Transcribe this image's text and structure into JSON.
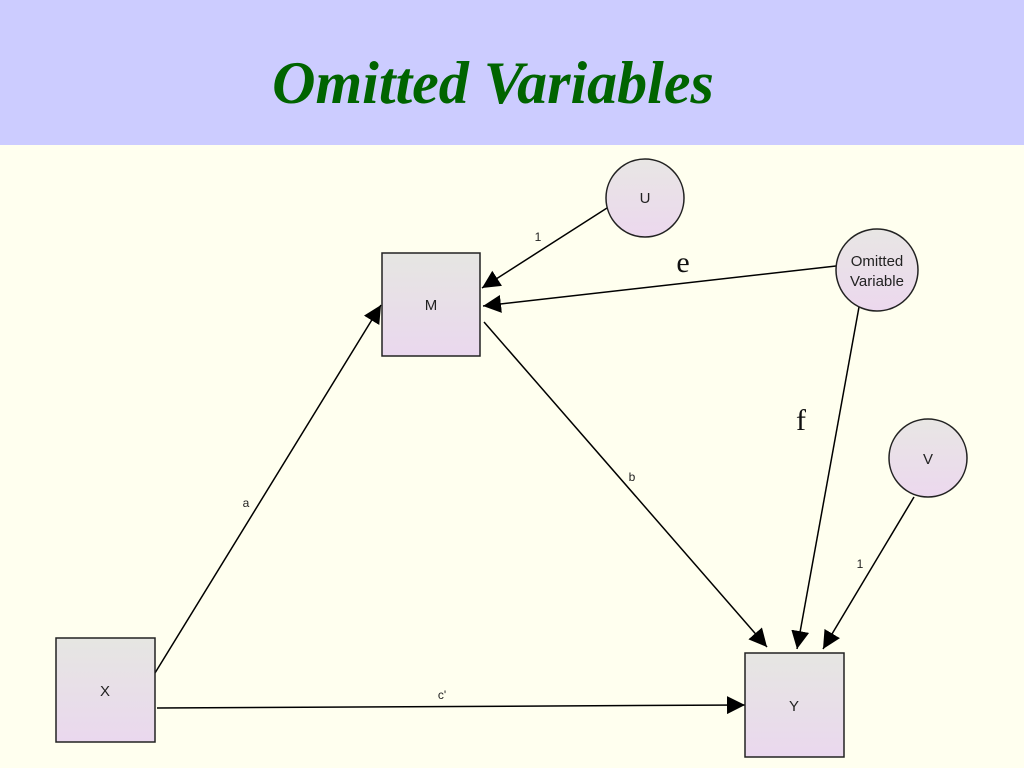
{
  "slide": {
    "title": "Omitted Variables"
  },
  "diagram": {
    "nodes": {
      "m": "M",
      "x": "X",
      "y": "Y",
      "u": "U",
      "v": "V",
      "omitted_line1": "Omitted",
      "omitted_line2": "Variable"
    },
    "edge_labels": {
      "x_to_m": "a",
      "m_to_y": "b",
      "x_to_y": "c'",
      "u_to_m": "1",
      "v_to_y": "1",
      "omitted_to_m": "e",
      "omitted_to_y": "f"
    }
  },
  "colors": {
    "header_bg": "#ccccff",
    "page_bg": "#ffffef",
    "title": "#006400",
    "node_fill_top": "#e6e6e2",
    "node_fill_bottom": "#ead8ee"
  }
}
